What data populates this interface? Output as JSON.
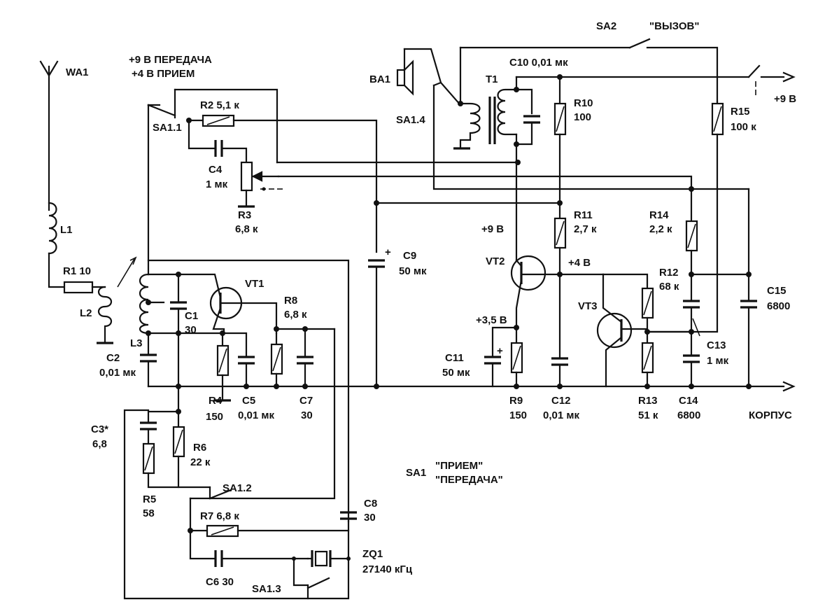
{
  "labels": {
    "wa1": "WA1",
    "tx_voltage": "+9 В ПЕРЕДАЧА",
    "rx_voltage": "+4 В ПРИЕМ",
    "sa1_1": "SA1.1",
    "r2": "R2 5,1 к",
    "c4": "C4",
    "c4_val": "1 мк",
    "r3": "R3",
    "r3_val": "6,8 к",
    "l1": "L1",
    "r1": "R1 10",
    "l2": "L2",
    "l3": "L3",
    "c2": "C2",
    "c2_val": "0,01 мк",
    "c1": "C1",
    "c1_val": "30",
    "vt1": "VT1",
    "r8": "R8",
    "r8_val": "6,8 к",
    "r4": "R4",
    "r4_val": "150",
    "c5": "C5",
    "c5_val": "0,01 мк",
    "c7": "C7",
    "c7_val": "30",
    "c3": "C3*",
    "c3_val": "6,8",
    "r6": "R6",
    "r6_val": "22 к",
    "r5": "R5",
    "r5_val": "58",
    "sa1_2": "SA1.2",
    "r7": "R7 6,8 к",
    "c8": "C8",
    "c8_val": "30",
    "c6": "C6 30",
    "sa1_3": "SA1.3",
    "zq1": "ZQ1",
    "zq1_val": "27140 кГц",
    "sa1": "SA1",
    "sa1_rx": "\"ПРИЕМ\"",
    "sa1_tx": "\"ПЕРЕДАЧА\"",
    "c9": "C9",
    "c9_val": "50 мк",
    "sa2": "SA2",
    "sa2_call": "\"ВЫЗОВ\"",
    "ba1": "BA1",
    "sa1_4": "SA1.4",
    "t1": "T1",
    "c10": "C10 0,01 мк",
    "r10": "R10",
    "r10_val": "100",
    "r15": "R15",
    "r15_val": "100 к",
    "plus9v_right": "+9 В",
    "plus9v_vt2": "+9 В",
    "r11": "R11",
    "r11_val": "2,7 к",
    "r14": "R14",
    "r14_val": "2,2 к",
    "vt2": "VT2",
    "plus4v": "+4 В",
    "r12": "R12",
    "r12_val": "68 к",
    "c15": "C15",
    "c15_val": "6800",
    "vt3": "VT3",
    "plus35v": "+3,5 В",
    "c13": "C13",
    "c13_val": "1 мк",
    "c11": "C11",
    "c11_val": "50 мк",
    "r9": "R9",
    "r9_val": "150",
    "c12": "C12",
    "c12_val": "0,01 мк",
    "r13": "R13",
    "r13_val": "51 к",
    "c14": "C14",
    "c14_val": "6800",
    "chassis": "КОРПУС",
    "plus_sign": "+"
  }
}
